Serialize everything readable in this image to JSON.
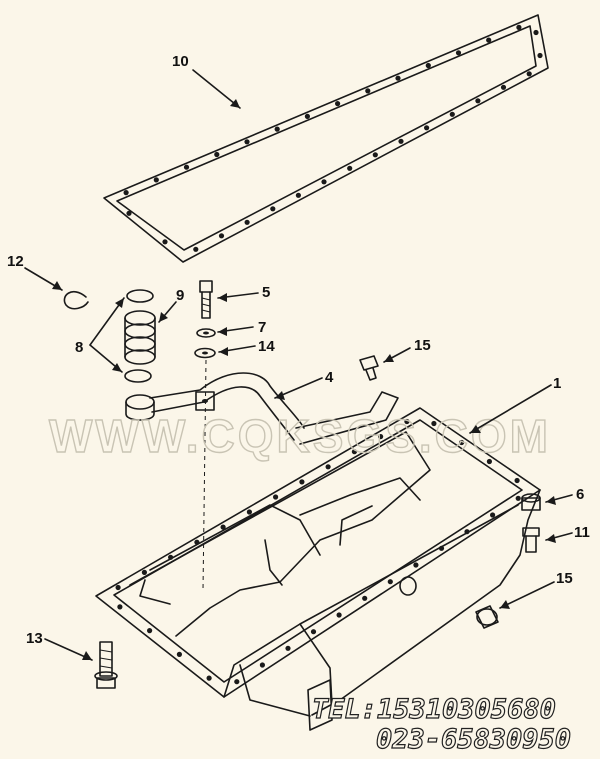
{
  "callouts": [
    {
      "id": "1",
      "label": "1"
    },
    {
      "id": "4",
      "label": "4"
    },
    {
      "id": "5",
      "label": "5"
    },
    {
      "id": "6",
      "label": "6"
    },
    {
      "id": "7",
      "label": "7"
    },
    {
      "id": "8",
      "label": "8"
    },
    {
      "id": "9",
      "label": "9"
    },
    {
      "id": "10",
      "label": "10"
    },
    {
      "id": "11",
      "label": "11"
    },
    {
      "id": "12",
      "label": "12"
    },
    {
      "id": "13",
      "label": "13"
    },
    {
      "id": "14",
      "label": "14"
    },
    {
      "id": "15a",
      "label": "15"
    },
    {
      "id": "15b",
      "label": "15"
    }
  ],
  "watermark": "WWW.CQKSGS.COM",
  "contact": {
    "tel": "TEL:15310305680",
    "phone": "023-65830950"
  },
  "colors": {
    "background": "#fbf6e9",
    "line": "#1a1a1a",
    "watermark": "#c9c4b4"
  }
}
